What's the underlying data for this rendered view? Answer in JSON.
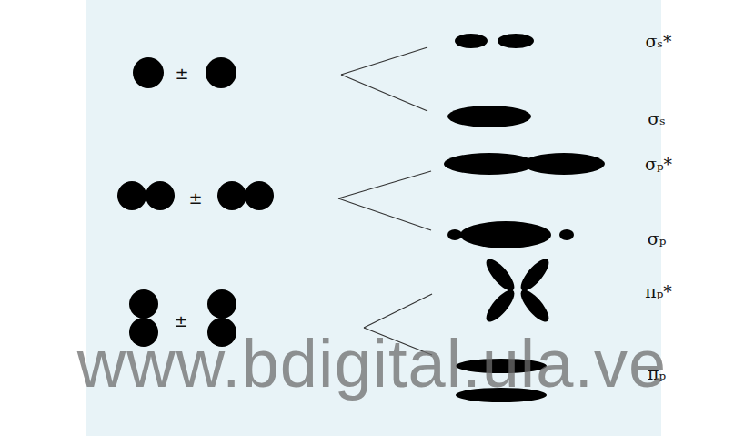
{
  "diagram": {
    "labels": [
      "±",
      "σₛ*",
      "σₛ",
      "±",
      "σₚ*",
      "σₚ",
      "±",
      "πₚ*",
      "πₚ",
      "www.bdigital.ula.ve"
    ]
  }
}
